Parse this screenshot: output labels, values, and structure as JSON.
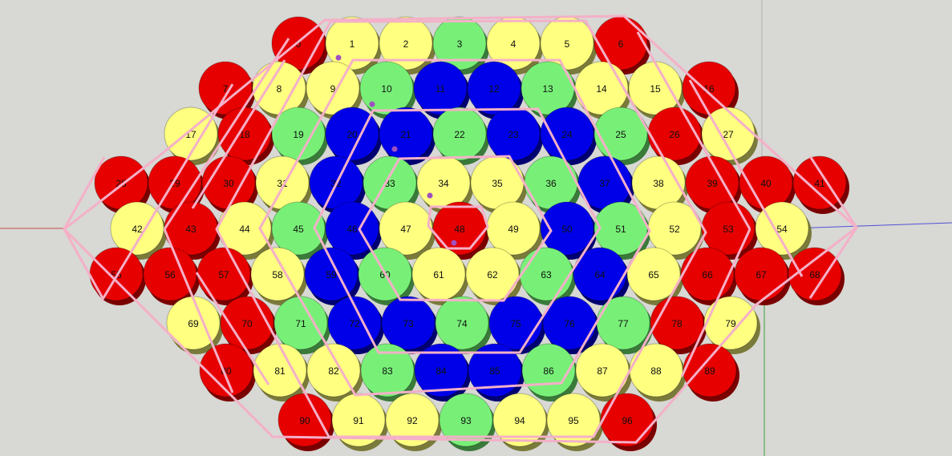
{
  "canvas": {
    "background": "#d8d8d4",
    "axis_red": "#c85050",
    "axis_blue": "#5050d8",
    "axis_green": "#3aa13a"
  },
  "palette": {
    "red": "#e60000",
    "yellow": "#ffff80",
    "green": "#78f078",
    "blue": "#0000e8",
    "guide": "#f4b0c8",
    "marker": "#a050c0"
  },
  "rows": [
    {
      "labels": [
        "0",
        "1",
        "2",
        "3",
        "4",
        "5",
        "6"
      ],
      "colors": [
        "red",
        "yellow",
        "yellow",
        "green",
        "yellow",
        "yellow",
        "red"
      ]
    },
    {
      "labels": [
        "7",
        "8",
        "9",
        "10",
        "11",
        "12",
        "13",
        "14",
        "15",
        "16"
      ],
      "colors": [
        "red",
        "yellow",
        "yellow",
        "green",
        "blue",
        "blue",
        "green",
        "yellow",
        "yellow",
        "red"
      ]
    },
    {
      "labels": [
        "17",
        "18",
        "19",
        "20",
        "21",
        "22",
        "23",
        "24",
        "25",
        "26",
        "27"
      ],
      "colors": [
        "yellow",
        "red",
        "green",
        "blue",
        "blue",
        "green",
        "blue",
        "blue",
        "green",
        "red",
        "yellow"
      ]
    },
    {
      "labels": [
        "28",
        "29",
        "30",
        "31",
        "32",
        "33",
        "34",
        "35",
        "36",
        "37",
        "38",
        "39",
        "40",
        "41"
      ],
      "colors": [
        "red",
        "red",
        "red",
        "yellow",
        "blue",
        "green",
        "yellow",
        "yellow",
        "green",
        "blue",
        "yellow",
        "red",
        "red",
        "red"
      ]
    },
    {
      "labels": [
        "42",
        "43",
        "44",
        "45",
        "46",
        "47",
        "48",
        "49",
        "50",
        "51",
        "52",
        "53",
        "54"
      ],
      "colors": [
        "yellow",
        "red",
        "yellow",
        "green",
        "blue",
        "yellow",
        "red",
        "yellow",
        "blue",
        "green",
        "yellow",
        "red",
        "yellow"
      ]
    },
    {
      "labels": [
        "55",
        "56",
        "57",
        "58",
        "59",
        "60",
        "61",
        "62",
        "63",
        "64",
        "65",
        "66",
        "67",
        "68"
      ],
      "colors": [
        "red",
        "red",
        "red",
        "yellow",
        "blue",
        "green",
        "yellow",
        "yellow",
        "green",
        "blue",
        "yellow",
        "red",
        "red",
        "red"
      ]
    },
    {
      "labels": [
        "69",
        "70",
        "71",
        "72",
        "73",
        "74",
        "75",
        "76",
        "77",
        "78",
        "79"
      ],
      "colors": [
        "yellow",
        "red",
        "green",
        "blue",
        "blue",
        "green",
        "blue",
        "blue",
        "green",
        "red",
        "yellow"
      ]
    },
    {
      "labels": [
        "80",
        "81",
        "82",
        "83",
        "84",
        "85",
        "86",
        "87",
        "88",
        "89"
      ],
      "colors": [
        "red",
        "yellow",
        "yellow",
        "green",
        "blue",
        "blue",
        "green",
        "yellow",
        "yellow",
        "red"
      ]
    },
    {
      "labels": [
        "90",
        "91",
        "92",
        "93",
        "94",
        "95",
        "96"
      ],
      "colors": [
        "red",
        "yellow",
        "yellow",
        "green",
        "yellow",
        "yellow",
        "red"
      ]
    }
  ]
}
